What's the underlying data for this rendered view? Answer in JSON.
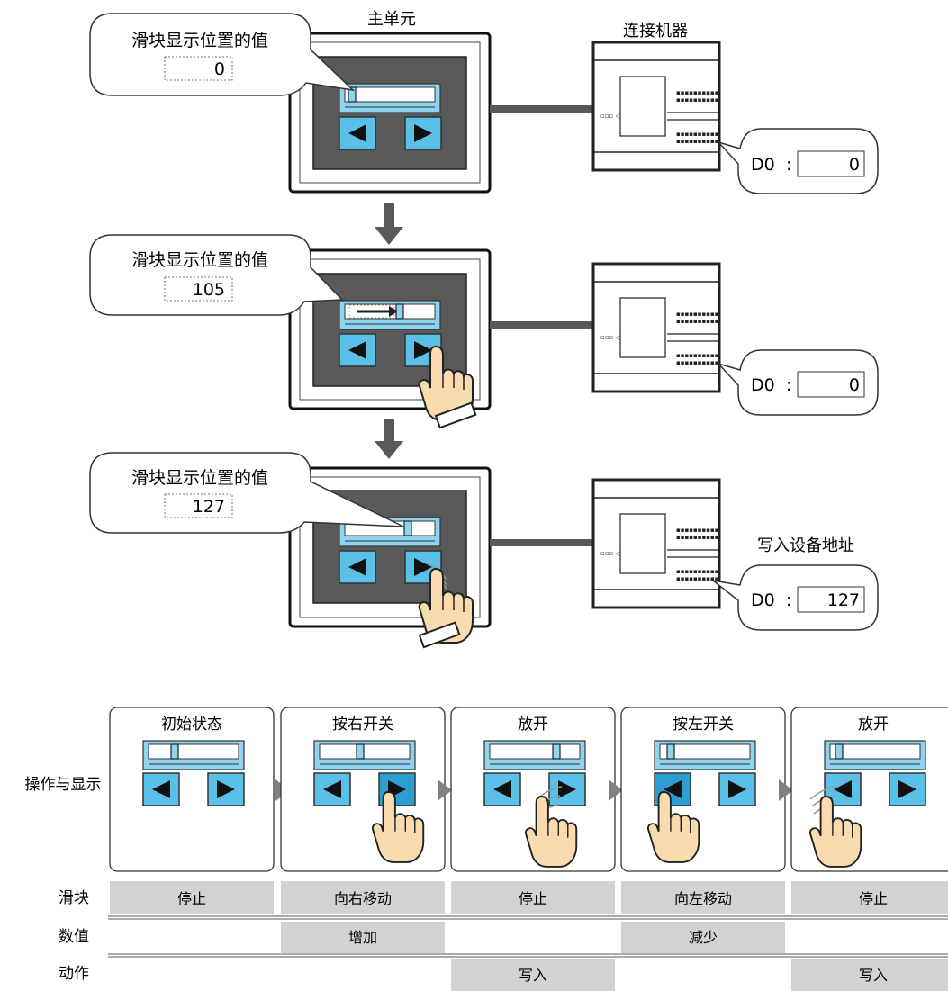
{
  "top": {
    "main_unit_label": "主单元",
    "external_label": "连接机器",
    "write_address_label": "写入设备地址",
    "bubble_title": "滑块显示位置的值",
    "device_label": "D0",
    "device_colon": ":",
    "steps": [
      {
        "slider_value": "0",
        "device_value": "0"
      },
      {
        "slider_value": "105",
        "device_value": "0"
      },
      {
        "slider_value": "127",
        "device_value": "127"
      }
    ]
  },
  "bottom": {
    "row_header_ops": "操作与显示",
    "row_labels": {
      "slider": "滑块",
      "value": "数值",
      "action": "动作"
    },
    "panels": [
      {
        "title": "初始状态",
        "slider": "停止",
        "value": "",
        "action": ""
      },
      {
        "title": "按右开关",
        "slider": "向右移动",
        "value": "增加",
        "action": ""
      },
      {
        "title": "放开",
        "slider": "停止",
        "value": "",
        "action": "写入"
      },
      {
        "title": "按左开关",
        "slider": "向左移动",
        "value": "减少",
        "action": ""
      },
      {
        "title": "放开",
        "slider": "停止",
        "value": "",
        "action": "写入"
      }
    ]
  },
  "colors": {
    "bezel": "#595959",
    "button": "#5bc0e8",
    "slider_bg": "#8fd3ef",
    "gray_cell": "#d2d2d2",
    "arrow": "#595959"
  }
}
